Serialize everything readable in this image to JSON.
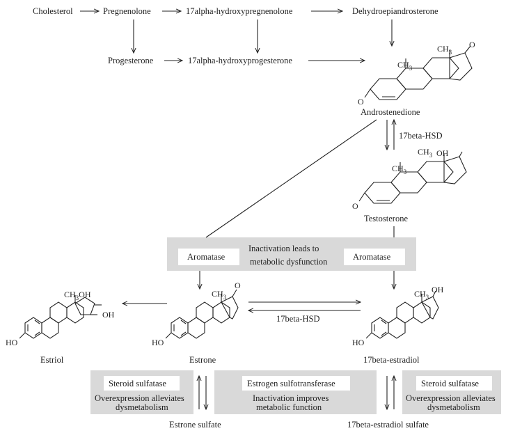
{
  "pathway": {
    "cholesterol": "Cholesterol",
    "pregnenolone": "Pregnenolone",
    "hydroxypregnenolone": "17alpha-hydroxypregnenolone",
    "dhea": "Dehydroepiandrosterone",
    "progesterone": "Progesterone",
    "hydroxyprogesterone": "17alpha-hydroxyprogesterone",
    "androstenedione": "Androstenedione",
    "testosterone": "Testosterone",
    "estrone": "Estrone",
    "estradiol": "17beta-estradiol",
    "estriol": "Estriol",
    "estrone_sulfate": "Estrone sulfate",
    "estradiol_sulfate": "17beta-estradiol sulfate"
  },
  "enzymes": {
    "hsd_top": "17beta-HSD",
    "hsd_mid": "17beta-HSD",
    "aromatase_left": "Aromatase",
    "aromatase_right": "Aromatase"
  },
  "notes": {
    "aromatase_line1": "Inactivation leads to",
    "aromatase_line2": "metabolic dysfunction",
    "sulfatase_left_title": "Steroid sulfatase",
    "sulfatase_left_line1": "Overexpression alleviates",
    "sulfatase_left_line2": "dysmetabolism",
    "sulfotransferase_title": "Estrogen sulfotransferase",
    "sulfotransferase_line1": "Inactivation improves",
    "sulfotransferase_line2": "metabolic function",
    "sulfatase_right_title": "Steroid sulfatase",
    "sulfatase_right_line1": "Overexpression alleviates",
    "sulfatase_right_line2": "dysmetabolism"
  },
  "atoms": {
    "ch3": "CH",
    "sub3": "3",
    "o": "O",
    "oh": "OH",
    "ho": "HO",
    "ch3oh": "CH",
    "estriol_oh1": "OH",
    "estriol_oh2": "OH"
  },
  "colors": {
    "panel": "#d9d9d9",
    "box": "#ffffff",
    "ink": "#222222"
  }
}
